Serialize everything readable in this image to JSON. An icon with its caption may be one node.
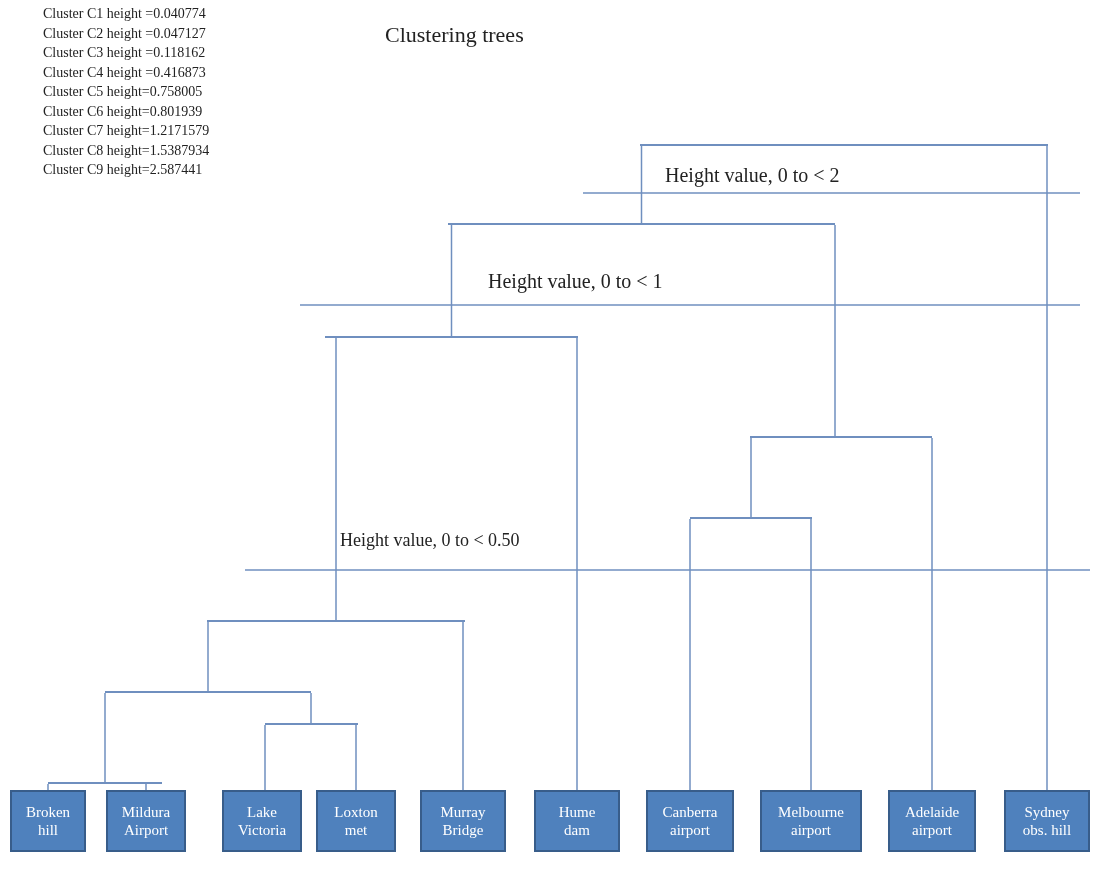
{
  "diagram": {
    "title": "Clustering trees",
    "nodes": [
      {
        "text": [
          "Broken hill"
        ]
      },
      {
        "text": [
          "Mildura Airport"
        ]
      },
      {
        "text": [
          "Lake Victoria"
        ]
      },
      {
        "text": [
          "Loxton met"
        ]
      },
      {
        "text": [
          "Murray Bridge"
        ]
      },
      {
        "text": [
          "Hume dam"
        ]
      },
      {
        "text": [
          "Canberra airport"
        ]
      },
      {
        "text": [
          "Melbourne airport"
        ]
      },
      {
        "text": [
          "Adelaide airport"
        ]
      },
      {
        "text": [
          "Sydney obs. hill"
        ]
      },
      {
        "text": [],
        "shape": "bar"
      },
      {
        "text": [],
        "shape": "bar"
      },
      {
        "text": [],
        "shape": "bar"
      },
      {
        "text": [],
        "shape": "bar"
      },
      {
        "text": [],
        "shape": "bar"
      },
      {
        "text": [],
        "shape": "bar"
      },
      {
        "text": [],
        "shape": "bar"
      },
      {
        "text": [],
        "shape": "bar"
      },
      {
        "text": [],
        "shape": "bar"
      }
    ],
    "edges": [
      {
        "from": 10,
        "to": 0,
        "arrow": "none"
      },
      {
        "from": 10,
        "to": 1,
        "arrow": "none"
      },
      {
        "from": 11,
        "to": 2,
        "arrow": "none"
      },
      {
        "from": 11,
        "to": 3,
        "arrow": "none"
      },
      {
        "from": 12,
        "to": 10,
        "arrow": "none"
      },
      {
        "from": 12,
        "to": 11,
        "arrow": "none"
      },
      {
        "from": 13,
        "to": 12,
        "arrow": "none"
      },
      {
        "from": 13,
        "to": 4,
        "arrow": "none"
      },
      {
        "from": 14,
        "to": 6,
        "arrow": "none"
      },
      {
        "from": 14,
        "to": 7,
        "arrow": "none"
      },
      {
        "from": 15,
        "to": 14,
        "arrow": "none"
      },
      {
        "from": 15,
        "to": 8,
        "arrow": "none"
      },
      {
        "from": 16,
        "to": 13,
        "arrow": "none"
      },
      {
        "from": 16,
        "to": 5,
        "arrow": "none"
      },
      {
        "from": 17,
        "to": 16,
        "arrow": "none"
      },
      {
        "from": 17,
        "to": 15,
        "arrow": "none"
      },
      {
        "from": 18,
        "to": 17,
        "arrow": "none"
      },
      {
        "from": 18,
        "to": 9,
        "arrow": "none"
      }
    ],
    "labels": [
      "Cluster C1 height =0.040774",
      "Cluster C2 height =0.047127",
      "Cluster C3 height =0.118162",
      "Cluster C4 height =0.416873",
      "Cluster C5 height=0.758005",
      "Cluster C6 height=0.801939",
      "Cluster C7 height=1.2171579",
      "Cluster C8 height=1.5387934",
      "Cluster C9 height=2.587441",
      "Height value,  0 to < 2",
      "Height value,  0 to < 1",
      "Height value,  0 to < 0.50"
    ]
  }
}
